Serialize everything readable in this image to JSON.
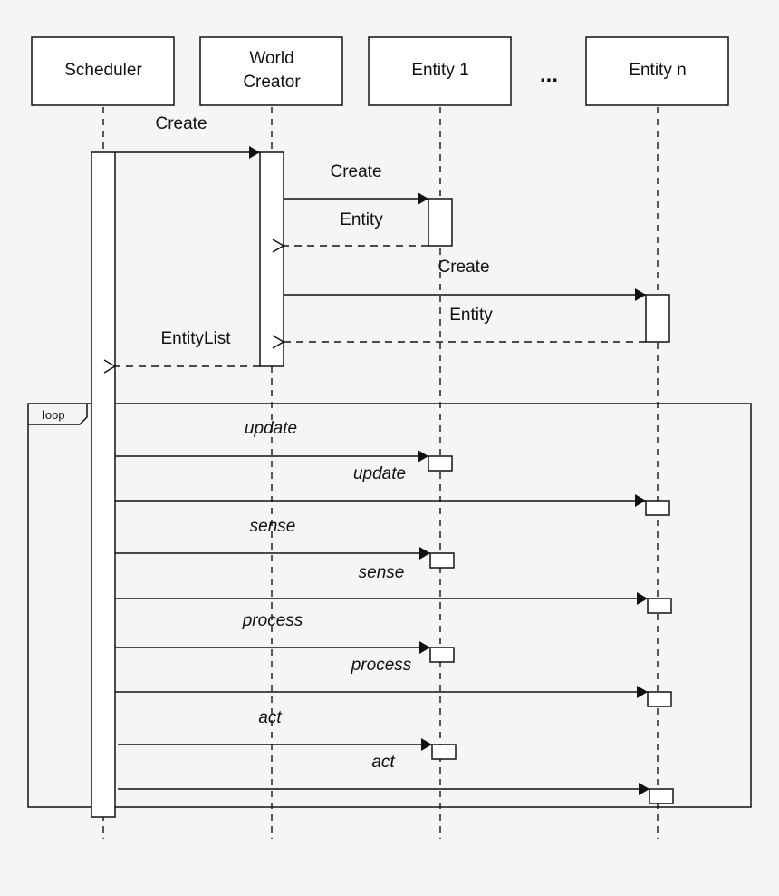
{
  "participants": {
    "scheduler": {
      "label_lines": [
        "Scheduler"
      ]
    },
    "world_creator": {
      "label_lines": [
        "World",
        "Creator"
      ]
    },
    "entity_1": {
      "label_lines": [
        "Entity 1"
      ]
    },
    "entity_n": {
      "label_lines": [
        "Entity n"
      ]
    },
    "ellipsis": "..."
  },
  "messages": {
    "create_world": "Create",
    "create_entity_1": "Create",
    "entity_return_1": "Entity",
    "create_entity_n": "Create",
    "entity_return_n": "Entity",
    "entity_list_return": "EntityList"
  },
  "loop": {
    "label": "loop",
    "update_1": "update",
    "update_n": "update",
    "sense_1": "sense",
    "sense_n": "sense",
    "process_1": "process",
    "process_n": "process",
    "act_1": "act",
    "act_n": "act"
  }
}
